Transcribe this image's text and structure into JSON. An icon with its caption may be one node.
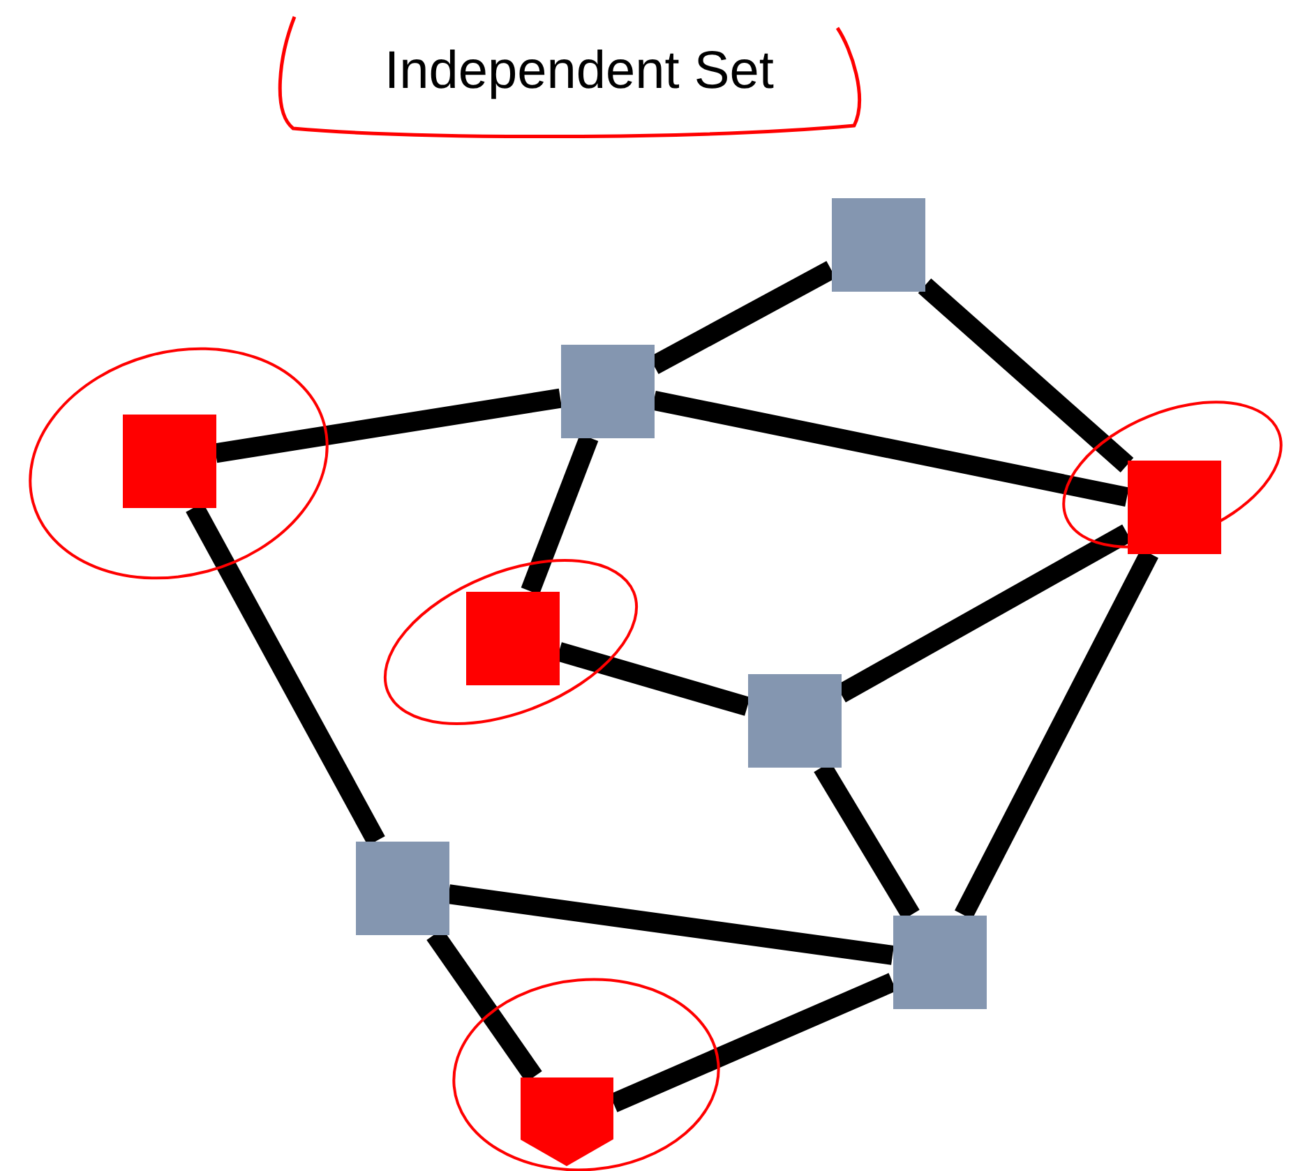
{
  "diagram": {
    "title": "Independent Set",
    "nodes": [
      {
        "text": [],
        "shape": "box"
      },
      {
        "text": [],
        "shape": "box"
      },
      {
        "text": [],
        "shape": "box"
      },
      {
        "text": [],
        "shape": "box"
      },
      {
        "text": [],
        "shape": "box"
      },
      {
        "text": [],
        "shape": "box"
      },
      {
        "text": [],
        "shape": "box"
      },
      {
        "text": [],
        "shape": "box"
      },
      {
        "text": [],
        "shape": "pentagon"
      }
    ],
    "edges": [
      {
        "from": 0,
        "to": 1,
        "arrow": "none"
      },
      {
        "from": 0,
        "to": 3,
        "arrow": "none"
      },
      {
        "from": 1,
        "to": 2,
        "arrow": "none"
      },
      {
        "from": 1,
        "to": 3,
        "arrow": "none"
      },
      {
        "from": 1,
        "to": 4,
        "arrow": "none"
      },
      {
        "from": 2,
        "to": 6,
        "arrow": "none"
      },
      {
        "from": 4,
        "to": 5,
        "arrow": "none"
      },
      {
        "from": 5,
        "to": 3,
        "arrow": "none"
      },
      {
        "from": 5,
        "to": 7,
        "arrow": "none"
      },
      {
        "from": 3,
        "to": 7,
        "arrow": "none"
      },
      {
        "from": 6,
        "to": 7,
        "arrow": "none"
      },
      {
        "from": 6,
        "to": 8,
        "arrow": "none"
      },
      {
        "from": 8,
        "to": 7,
        "arrow": "none"
      }
    ]
  }
}
